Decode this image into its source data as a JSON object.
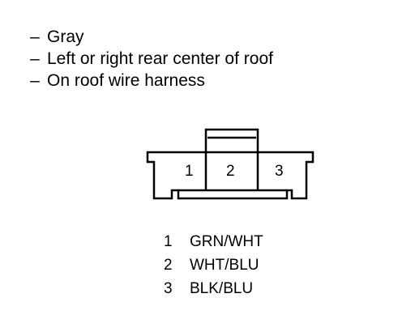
{
  "notes": [
    "Gray",
    "Left or right rear center of roof",
    "On roof wire harness"
  ],
  "connector": {
    "cavity_labels": [
      "1",
      "2",
      "3"
    ]
  },
  "pins": [
    {
      "number": "1",
      "wire": "GRN/WHT"
    },
    {
      "number": "2",
      "wire": "WHT/BLU"
    },
    {
      "number": "3",
      "wire": "BLK/BLU"
    }
  ]
}
